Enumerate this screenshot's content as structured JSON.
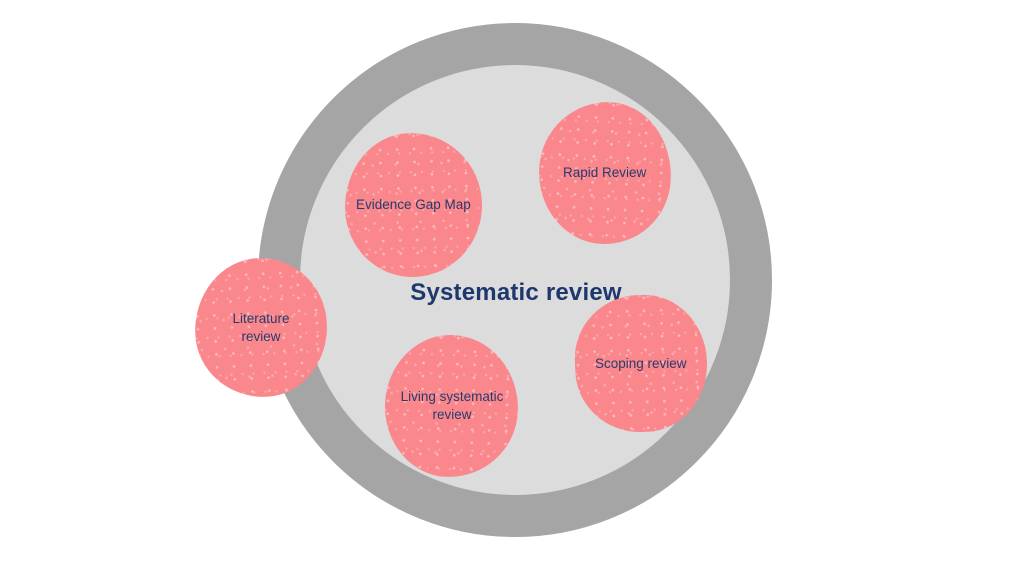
{
  "diagram": {
    "center_label": "Systematic review",
    "bubbles": [
      {
        "id": "evidence-gap-map",
        "label": "Evidence Gap Map"
      },
      {
        "id": "rapid-review",
        "label": "Rapid Review"
      },
      {
        "id": "literature-review",
        "label": "Literature review"
      },
      {
        "id": "living-systematic-review",
        "label": "Living systematic review"
      },
      {
        "id": "scoping-review",
        "label": "Scoping review"
      }
    ],
    "colors": {
      "bubble_pink": "#f9878c",
      "bubble_speckle": "#fba3a7",
      "outer_ring_gray": "#a5a5a5",
      "inner_circle_gray": "#dcdcdc",
      "text_navy": "#1e386d",
      "background": "#ffffff"
    }
  }
}
